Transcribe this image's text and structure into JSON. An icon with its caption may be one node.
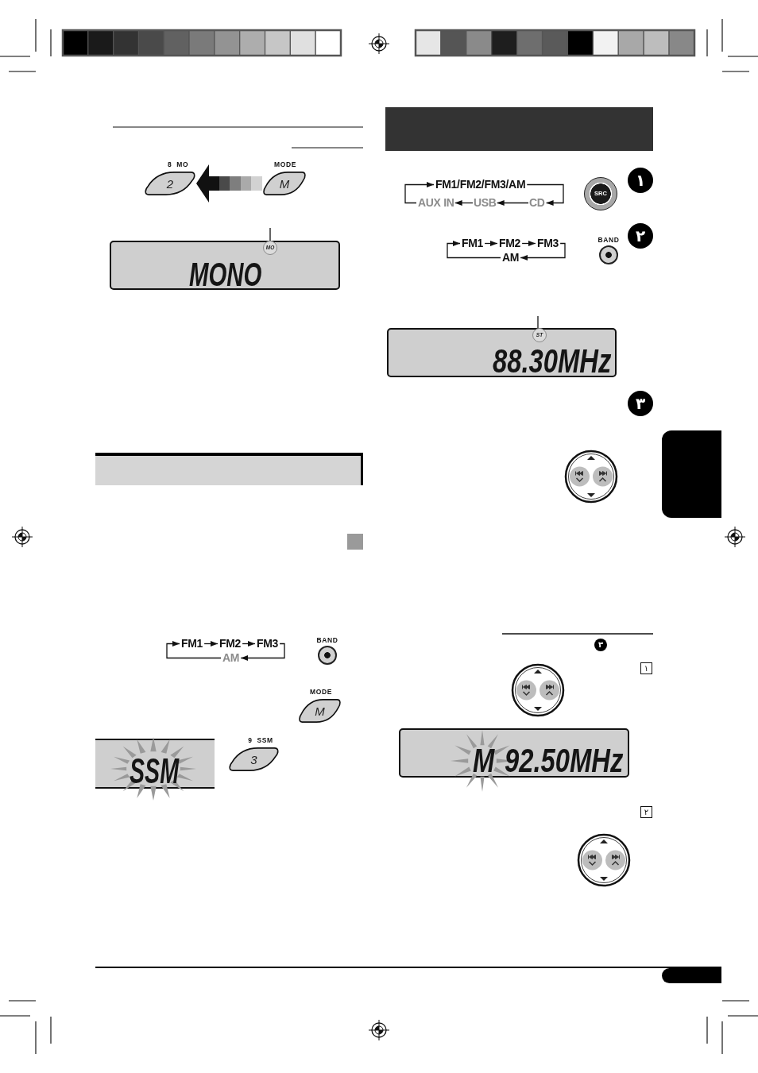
{
  "diagram": {
    "nodes": [
      {
        "text": [
          "8 MO",
          "2"
        ]
      },
      {
        "text": [
          "MODE",
          "M"
        ]
      },
      {
        "text": [
          "MONO"
        ]
      },
      {
        "text": [
          "MO"
        ],
        "in": 2
      },
      {
        "text": [],
        "shape": "bar"
      },
      {
        "text": [
          "FM1"
        ]
      },
      {
        "text": [
          "FM2"
        ]
      },
      {
        "text": [
          "FM3"
        ]
      },
      {
        "text": [
          "AM"
        ]
      },
      {
        "text": [
          "BAND"
        ]
      },
      {
        "text": [
          "MODE",
          "M"
        ]
      },
      {
        "text": [
          "SSM"
        ]
      },
      {
        "text": [
          "9 SSM",
          "3"
        ]
      },
      {
        "text": [],
        "shape": "bar"
      },
      {
        "text": [
          "FM1/FM2/FM3/AM"
        ]
      },
      {
        "text": [
          "CD"
        ]
      },
      {
        "text": [
          "USB"
        ]
      },
      {
        "text": [
          "AUX IN"
        ]
      },
      {
        "text": [
          "SRC"
        ]
      },
      {
        "text": [
          "FM1"
        ]
      },
      {
        "text": [
          "FM2"
        ]
      },
      {
        "text": [
          "FM3"
        ]
      },
      {
        "text": [
          "AM"
        ]
      },
      {
        "text": [
          "BAND"
        ]
      },
      {
        "text": [
          "88.30MHz"
        ]
      },
      {
        "text": [
          "ST"
        ],
        "in": 24
      },
      {
        "text": [],
        "shape": "box"
      },
      {
        "text": [
          "M",
          "92.50MHz"
        ]
      },
      {
        "text": [],
        "shape": "box"
      }
    ],
    "edges": [
      {
        "from": 1,
        "to": 0,
        "arrow": "to",
        "style": "thick"
      },
      {
        "from": null,
        "to": 3,
        "arrow": "none"
      },
      {
        "from": 5,
        "to": 6,
        "arrow": "to"
      },
      {
        "from": 6,
        "to": 7,
        "arrow": "to"
      },
      {
        "from": 7,
        "to": 8,
        "arrow": "to"
      },
      {
        "from": 8,
        "to": 5,
        "arrow": "to"
      },
      {
        "from": 14,
        "to": 15,
        "arrow": "to"
      },
      {
        "from": 15,
        "to": 16,
        "arrow": "to"
      },
      {
        "from": 16,
        "to": 17,
        "arrow": "to"
      },
      {
        "from": 17,
        "to": 14,
        "arrow": "to"
      },
      {
        "from": 19,
        "to": 20,
        "arrow": "to"
      },
      {
        "from": 20,
        "to": 21,
        "arrow": "to"
      },
      {
        "from": 21,
        "to": 22,
        "arrow": "to"
      },
      {
        "from": 22,
        "to": 19,
        "arrow": "to"
      },
      {
        "from": null,
        "to": 25,
        "arrow": "none"
      }
    ],
    "labels": [
      "١",
      "٢",
      "٣",
      "٣",
      "١",
      "٢"
    ]
  }
}
